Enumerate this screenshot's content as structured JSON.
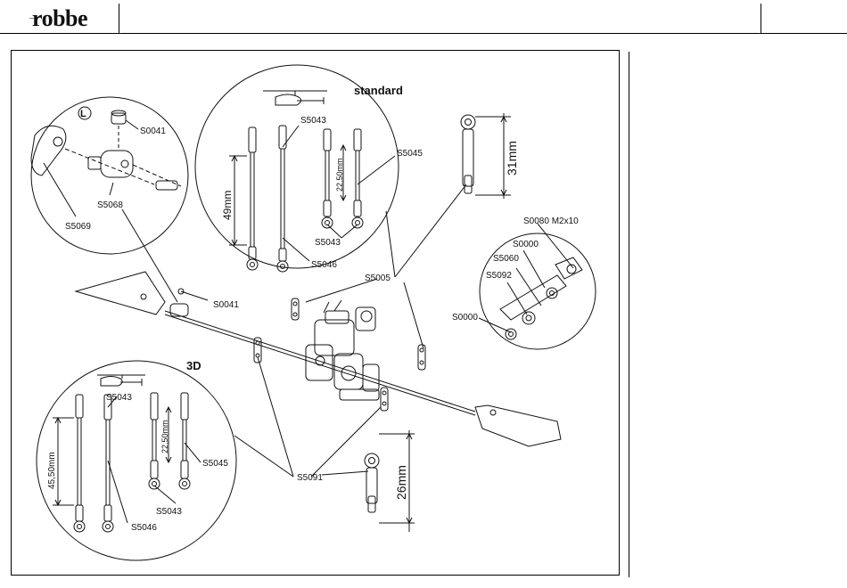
{
  "brand": {
    "name": "robbe"
  },
  "diagram": {
    "standard_label": "standard",
    "threed_label": "3D",
    "parts": {
      "s0041": "S0041",
      "s5068": "S5068",
      "s5069": "S5069",
      "s5043": "S5043",
      "s5045": "S5045",
      "s5046": "S5046",
      "s5005": "S5005",
      "s5091": "S5091",
      "s0080": "S0080 M2x10",
      "s0000": "S0000",
      "s5060": "S5060",
      "s5092": "S5092"
    },
    "dimensions": {
      "d49": "49mm",
      "d2250": "22,50mm",
      "d31": "31mm",
      "d4550": "45,50mm",
      "d26": "26mm"
    },
    "symbols": {
      "loctite": "L"
    }
  }
}
